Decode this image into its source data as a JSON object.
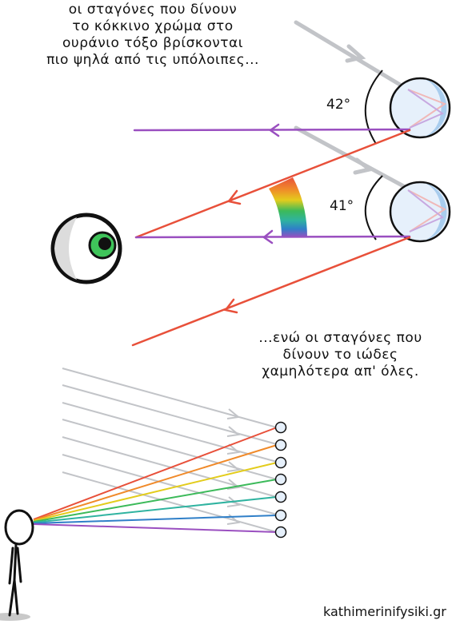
{
  "caption_top": [
    "οι σταγόνες που δίνουν",
    "το κόκκινο χρώμα στο",
    "ουράνιο τόξο βρίσκονται",
    "πιο ψηλά από τις υπόλοιπες..."
  ],
  "caption_bottom": [
    "...ενώ οι σταγόνες που",
    "δίνουν το ιώδες",
    "χαμηλότερα απ' όλες."
  ],
  "angles": {
    "red": "42°",
    "violet": "41°"
  },
  "credit": "kathimerinifysiki.gr",
  "colors": {
    "red": "#e8503a",
    "orange": "#f08a2a",
    "yellow": "#e3cc1c",
    "green": "#3cba5a",
    "teal": "#2fb3a0",
    "blue": "#2f7fc8",
    "violet": "#9a4fc0",
    "sunlight": "#c2c4c8",
    "drop_fill": "#e6f0fb",
    "drop_shade": "#a9cdee",
    "eye_iris": "#3fc45a"
  }
}
